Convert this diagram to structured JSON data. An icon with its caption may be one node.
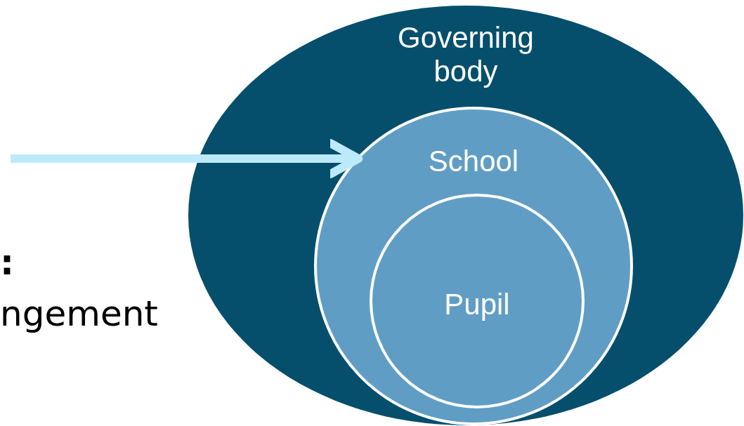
{
  "diagram": {
    "nodes": [
      {
        "text": [
          "Governing body"
        ]
      },
      {
        "text": [
          "School"
        ],
        "in": 0
      },
      {
        "text": [
          "Pupil"
        ],
        "in": 1
      }
    ],
    "edges": [
      {
        "from": null,
        "to": 1,
        "arrow": "to",
        "color": "#bdeafb"
      }
    ],
    "labels": [
      ":",
      "ngement"
    ]
  }
}
